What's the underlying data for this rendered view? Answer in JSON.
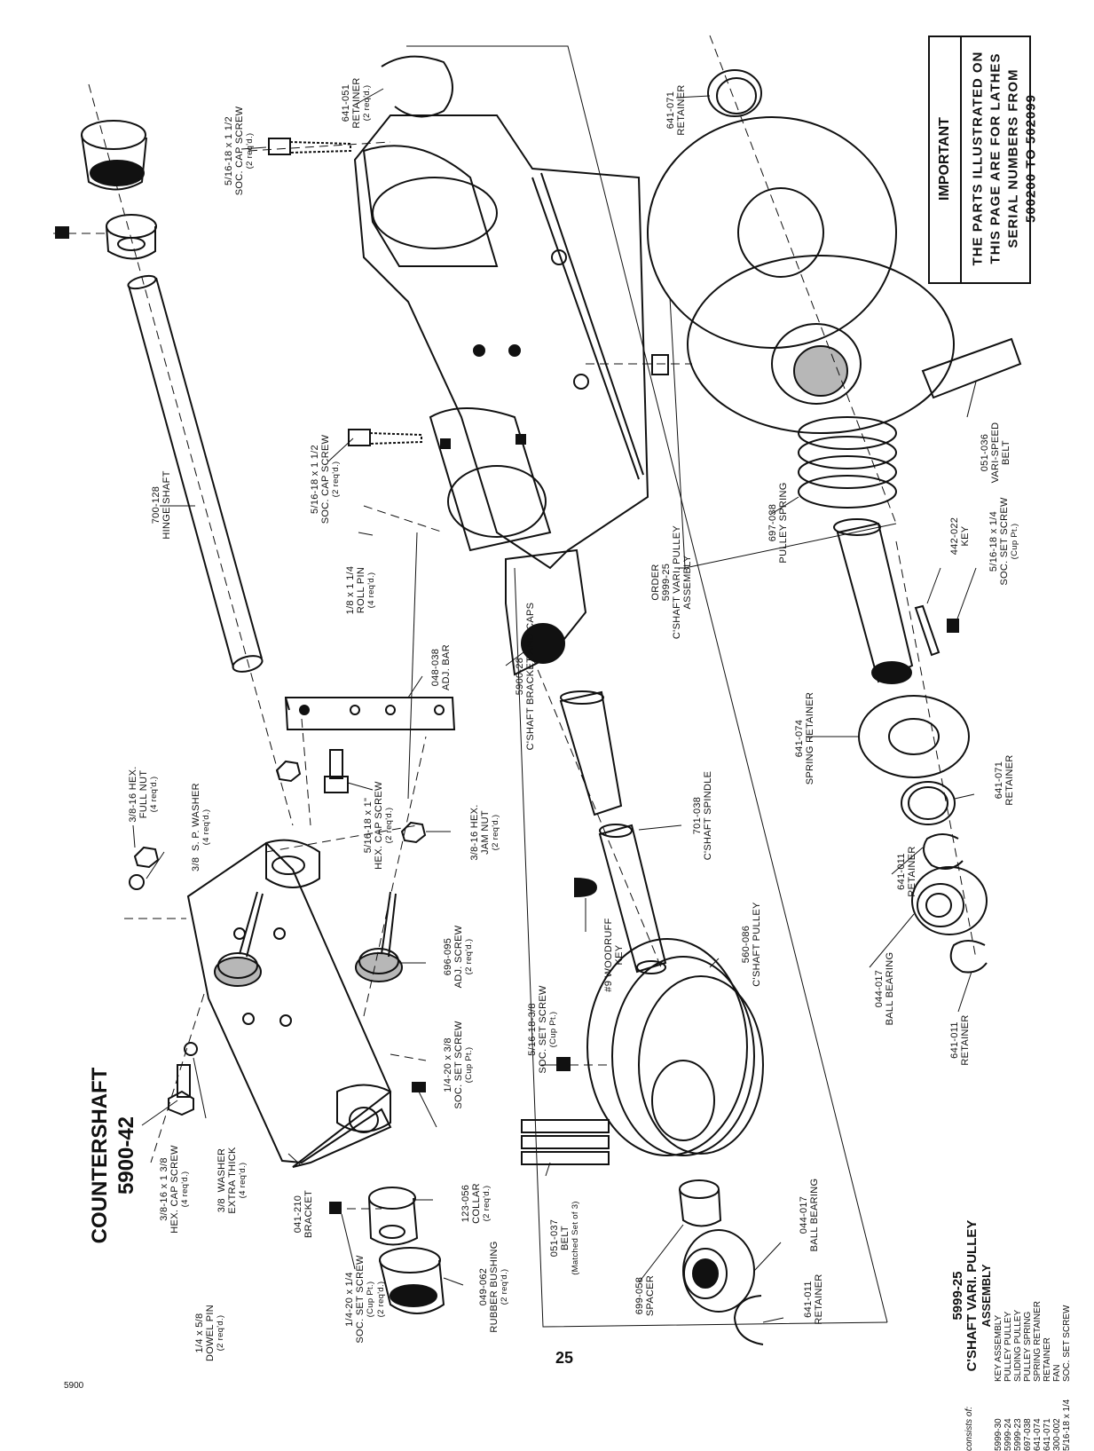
{
  "page": {
    "page_number": "25",
    "figure_code": "5900"
  },
  "title": {
    "name": "COUNTERSHAFT",
    "number": "5900-42"
  },
  "important_box": {
    "heading": "IMPORTANT",
    "lines": [
      "THE PARTS ILLUSTRATED ON",
      "THIS PAGE ARE FOR LATHES",
      "SERIAL  NUMBERS  FROM",
      "500200  TO  502099"
    ]
  },
  "callouts": {
    "retainer_641_051": {
      "part": "641-051",
      "name": "RETAINER",
      "qty": "(2 req'd.)"
    },
    "cap_screw_top": {
      "part": "5/16-18 x 1 1/2",
      "name": "SOC. CAP SCREW",
      "qty": "(2 req'd.)"
    },
    "retainer_641_071_top": {
      "part": "641-071",
      "name": "RETAINER"
    },
    "hinge_shaft": {
      "part": "700-128",
      "name": "HINGE SHAFT"
    },
    "cap_screw_mid": {
      "part": "5/16-18 x 1 1/2",
      "name": "SOC. CAP SCREW",
      "qty": "(2 req'd.)"
    },
    "roll_pin": {
      "part": "1/8 x 1 1/4",
      "name": "ROLL PIN",
      "qty": "(4 req'd.)"
    },
    "adj_bar": {
      "part": "048-038",
      "name": "ADJ. BAR"
    },
    "bracket_caps": {
      "part": "5900-28",
      "name": "C'SHAFT BRACKET AND CAPS"
    },
    "order_assembly": {
      "part": "ORDER",
      "name": "5999-25",
      "name2": "C'SHAFT VARI. PULLEY",
      "qty": "ASSEMBLY"
    },
    "pulley_spring": {
      "part": "697-038",
      "name": "PULLEY SPRING"
    },
    "key_442": {
      "part": "442-022",
      "name": "KEY"
    },
    "set_screw_right": {
      "part": "5/16-18 x 1/4",
      "name": "SOC. SET SCREW",
      "qty": "(Cup Pt.)"
    },
    "belt_vari": {
      "part": "051-036",
      "name": "VARI-SPEED",
      "qty": "BELT"
    },
    "spring_retainer": {
      "part": "641-074",
      "name": "SPRING RETAINER"
    },
    "retainer_641_071_low": {
      "part": "641-071",
      "name": "RETAINER"
    },
    "full_nut": {
      "part": "3/8-16 HEX.",
      "name": "FULL NUT",
      "qty": "(4 req'd.)"
    },
    "sp_washer": {
      "part": "3/8  S. P. WASHER",
      "name": "(4 req'd.)"
    },
    "hex_cap_screw_1": {
      "part": "5/16-18 x 1\"",
      "name": "HEX. CAP SCREW",
      "qty": "(2 req'd.)"
    },
    "jam_nut": {
      "part": "3/8-16 HEX.",
      "name": "JAM NUT",
      "qty": "(2 req'd.)"
    },
    "spindle": {
      "part": "701-038",
      "name": "C'SHAFT SPINDLE"
    },
    "retainer_641_011_a": {
      "part": "641-011",
      "name": "RETAINER"
    },
    "adj_screw": {
      "part": "696-095",
      "name": "ADJ. SCREW",
      "qty": "(2 req'd.)"
    },
    "woodruff": {
      "part": "#9 WOODRUFF",
      "name": "KEY"
    },
    "cshaft_pulley": {
      "part": "560-086",
      "name": "C'SHAFT PULLEY"
    },
    "ball_bearing_right": {
      "part": "044-017",
      "name": "BALL BEARING"
    },
    "retainer_641_011_b": {
      "part": "641-011",
      "name": "RETAINER"
    },
    "set_screw_mid": {
      "part": "5/16-18-3/8",
      "name": "SOC. SET SCREW",
      "qty": "(Cup Pt.)"
    },
    "set_screw_small": {
      "part": "1/4-20 x 3/8",
      "name": "SOC. SET SCREW",
      "qty": "(Cup Pt.)"
    },
    "hex_cap_screw_2": {
      "part": "3/8-16 x 1 3/8",
      "name": "HEX. CAP SCREW",
      "qty": "(4 req'd.)"
    },
    "washer_thick": {
      "part": "3/8  WASHER",
      "name": "EXTRA THICK",
      "qty": "(4 req'd.)"
    },
    "bracket": {
      "part": "041-210",
      "name": "BRACKET"
    },
    "collar": {
      "part": "123-056",
      "name": "COLLAR",
      "qty": "(2 req'd.)"
    },
    "belt_set": {
      "part": "051-037",
      "name": "BELT",
      "qty": "(Matched Set of 3)"
    },
    "ball_bearing_low": {
      "part": "044-017",
      "name": "BALL BEARING"
    },
    "spacer": {
      "part": "699-058",
      "name": "SPACER"
    },
    "retainer_641_011_c": {
      "part": "641-011",
      "name": "RETAINER"
    },
    "set_screw_low": {
      "part": "1/4-20 x 1/4",
      "name": "SOC. SET SCREW",
      "qty": "(Cup Pt.)",
      "qty2": "(2 req'd.)"
    },
    "rubber_bushing": {
      "part": "049-062",
      "name": "RUBBER BUSHING",
      "qty": "(2 req'd.)"
    },
    "dowel_pin": {
      "part": "1/4 x 5/8",
      "name": "DOWEL PIN",
      "qty": "(2 req'd.)"
    }
  },
  "kit": {
    "title_1": "5999-25",
    "title_2": "C'SHAFT VARI. PULLEY",
    "title_3": "ASSEMBLY",
    "consists": "consists of:",
    "rows": [
      {
        "num": "5999-30",
        "desc": "KEY ASSEMBLY"
      },
      {
        "num": "5999-24",
        "desc": "PULLEY PULLEY"
      },
      {
        "num": "5999-23",
        "desc": "SLIDING PULLEY"
      },
      {
        "num": "697-038",
        "desc": "PULLEY SPRING"
      },
      {
        "num": "641-074",
        "desc": "SPRING RETAINER"
      },
      {
        "num": "641-071",
        "desc": "RETAINER"
      },
      {
        "num": "300-002",
        "desc": "FAN"
      },
      {
        "num": "5/16-18 x 1/4",
        "desc": "SOC. SET SCREW"
      }
    ]
  }
}
